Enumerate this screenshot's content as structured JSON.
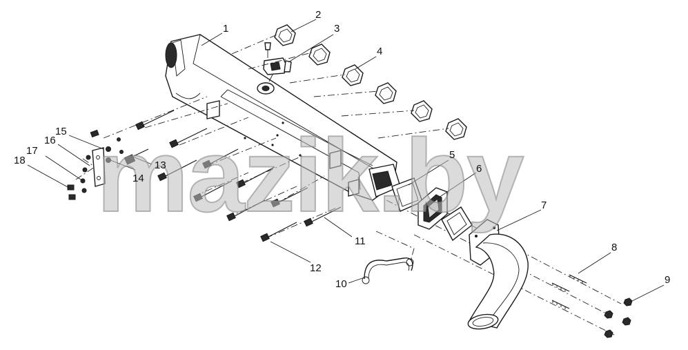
{
  "watermark": "mazik.by",
  "callouts": [
    {
      "id": "c1",
      "text": "1"
    },
    {
      "id": "c2",
      "text": "2"
    },
    {
      "id": "c3",
      "text": "3"
    },
    {
      "id": "c4",
      "text": "4"
    },
    {
      "id": "c5",
      "text": "5"
    },
    {
      "id": "c6",
      "text": "6"
    },
    {
      "id": "c7",
      "text": "7"
    },
    {
      "id": "c8",
      "text": "8"
    },
    {
      "id": "c9",
      "text": "9"
    },
    {
      "id": "c10",
      "text": "10"
    },
    {
      "id": "c11",
      "text": "11"
    },
    {
      "id": "c12",
      "text": "12"
    },
    {
      "id": "c13",
      "text": "13"
    },
    {
      "id": "c14",
      "text": "14"
    },
    {
      "id": "c15",
      "text": "15"
    },
    {
      "id": "c16",
      "text": "16"
    },
    {
      "id": "c17",
      "text": "17"
    },
    {
      "id": "c18",
      "text": "18"
    }
  ]
}
